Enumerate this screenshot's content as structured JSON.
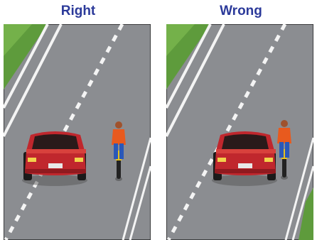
{
  "panels": [
    {
      "title": "Right",
      "scenario": "car-passes-cyclist-with-wide-gap"
    },
    {
      "title": "Wrong",
      "scenario": "car-passes-cyclist-too-close"
    }
  ],
  "colors": {
    "title": "#2c3a9a",
    "road": "#8b8d91",
    "grass": "#5e9b3c",
    "lane_marking": "#f4f4f4",
    "car": "#c0272d",
    "cyclist_shirt": "#e85a1e",
    "cyclist_pants": "#2a58b8"
  }
}
